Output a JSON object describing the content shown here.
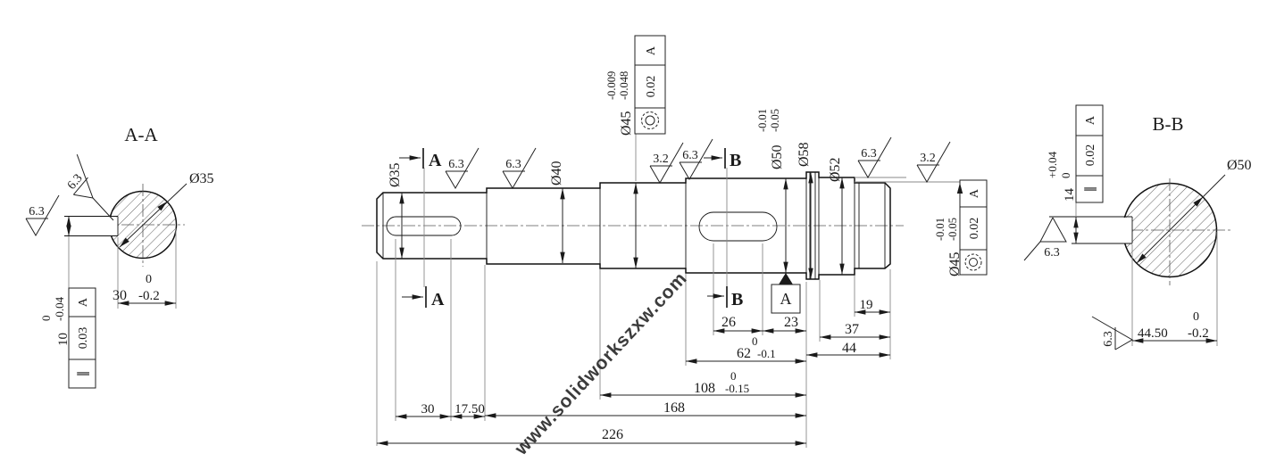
{
  "drawing": {
    "wm": {
      "text": "www.solidworkszxw.com",
      "color": "#3DB6ED"
    },
    "aa": {
      "title": "A-A",
      "diameter_callout": "Ø35",
      "across_flats": {
        "nominal": "30",
        "upper": "0",
        "lower": "-0.2"
      },
      "keyway_depth": {
        "nominal": "10",
        "upper": "0",
        "lower": "-0.04"
      },
      "fcf": {
        "symbol": "∥",
        "tolerance": "0.03",
        "datum": "A"
      },
      "roughness_outer": "6.3",
      "roughness_keyway": "6.3"
    },
    "bb": {
      "title": "B-B",
      "diameter_callout": "Ø50",
      "across_flats": {
        "nominal": "44.50",
        "upper": "0",
        "lower": "-0.2"
      },
      "keyway_width": {
        "nominal": "14",
        "upper": "+0.04",
        "lower": "0"
      },
      "fcf": {
        "symbol": "∥",
        "tolerance": "0.02",
        "datum": "A"
      },
      "roughness_keyway": "6.3",
      "roughness_bottom": "6.3"
    },
    "main": {
      "markers": {
        "a_top": "A",
        "a_bottom": "A",
        "b_top": "B",
        "b_bottom": "B"
      },
      "datum": "A",
      "dia": {
        "d35": "Ø35",
        "d40": "Ø40",
        "d58": "Ø58",
        "d52": "Ø52"
      },
      "dia_tol": {
        "d45_left": {
          "nominal": "Ø45",
          "upper": "-0.009",
          "lower": "-0.048"
        },
        "d50": {
          "nominal": "Ø50",
          "upper": "-0.01",
          "lower": "-0.05"
        },
        "d45_right": {
          "nominal": "Ø45",
          "upper": "-0.01",
          "lower": "-0.05"
        }
      },
      "fcf_left": {
        "symbol": "concentricity",
        "tolerance": "0.02",
        "datum": "A"
      },
      "fcf_right": {
        "symbol": "concentricity",
        "tolerance": "0.02",
        "datum": "A"
      },
      "roughness": {
        "r1": "6.3",
        "r2": "6.3",
        "r3": "3.2",
        "r4": "6.3",
        "r5": "6.3",
        "r6": "3.2"
      },
      "len": {
        "l30": "30",
        "l17_50": "17.50",
        "l26": "26",
        "l23": "23",
        "l19": "19",
        "l37": "37",
        "l44": "44",
        "l168": "168",
        "l226": "226",
        "l62": {
          "nominal": "62",
          "upper": "0",
          "lower": "-0.1"
        },
        "l108": {
          "nominal": "108",
          "upper": "0",
          "lower": "-0.15"
        }
      }
    }
  }
}
